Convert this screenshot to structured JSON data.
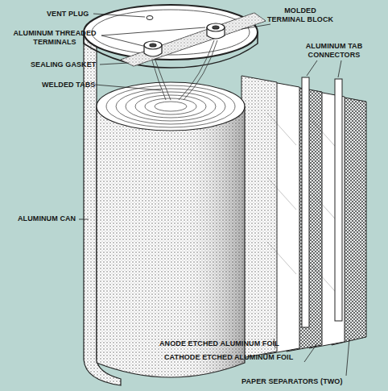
{
  "diagram": {
    "labels": [
      "VENT PLUG",
      "MOLDED TERMINAL BLOCK",
      "ALUMINUM THREADED TERMINALS",
      "ALUMINUM TAB CONNECTORS",
      "SEALING GASKET",
      "WELDED TABS",
      "ALUMINUM CAN",
      "ANODE ETCHED ALUMINUM FOIL",
      "CATHODE ETCHED ALUMINUM FOIL",
      "PAPER SEPARATORS (TWO)"
    ]
  }
}
